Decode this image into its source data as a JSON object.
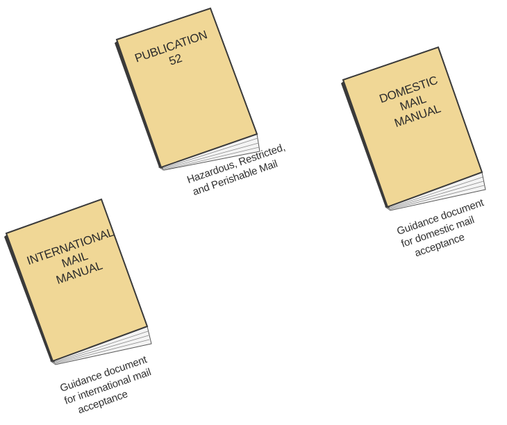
{
  "books": [
    {
      "id": "publication-52",
      "cover_title_lines": [
        "PUBLICATION",
        "52"
      ],
      "caption_lines": [
        "Hazardous, Restricted,",
        "and Perishable Mail"
      ]
    },
    {
      "id": "domestic-mail-manual",
      "cover_title_lines": [
        "DOMESTIC",
        "MAIL",
        "MANUAL"
      ],
      "caption_lines": [
        "Guidance document",
        "for domestic mail",
        "acceptance"
      ]
    },
    {
      "id": "international-mail-manual",
      "cover_title_lines": [
        "INTERNATIONAL",
        "MAIL",
        "MANUAL"
      ],
      "caption_lines": [
        "Guidance document",
        "for international mail",
        "acceptance"
      ]
    }
  ],
  "colors": {
    "cover": "#f0d796",
    "cover_shade": "#e2c47e",
    "spine": "#3a3a3a",
    "pages": "#f4f4f4",
    "text": "#2b2b2b"
  }
}
